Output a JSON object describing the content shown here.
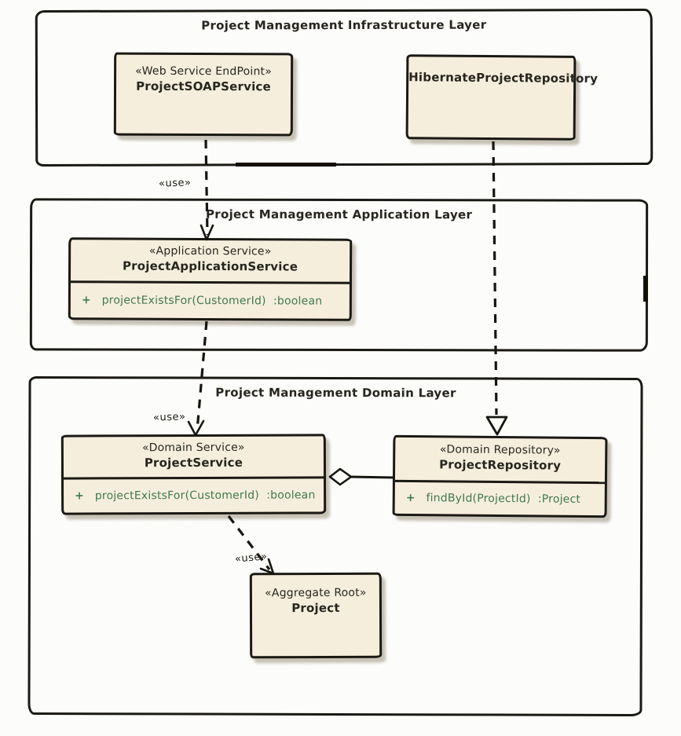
{
  "layers": [
    {
      "title": "Project Management Infrastructure Layer"
    },
    {
      "title": "Project Management Application Layer"
    },
    {
      "title": "Project Management Domain Layer"
    }
  ],
  "classes": {
    "soap": {
      "stereotype": "«Web Service EndPoint»",
      "name": "ProjectSOAPService"
    },
    "hibernate": {
      "name": "HibernateProjectRepository"
    },
    "app_service": {
      "stereotype": "«Application Service»",
      "name": "ProjectApplicationService",
      "method_visibility": "+",
      "method_signature": "projectExistsFor(CustomerId)  :boolean"
    },
    "domain_service": {
      "stereotype": "«Domain Service»",
      "name": "ProjectService",
      "method_visibility": "+",
      "method_signature": "projectExistsFor(CustomerId)  :boolean"
    },
    "repository": {
      "stereotype": "«Domain Repository»",
      "name": "ProjectRepository",
      "method_visibility": "+",
      "method_signature": "findById(ProjectId)  :Project"
    },
    "aggregate": {
      "stereotype": "«Aggregate Root»",
      "name": "Project"
    }
  },
  "edges": [
    {
      "from": "ProjectSOAPService",
      "to": "ProjectApplicationService",
      "type": "dependency",
      "label": "«use»"
    },
    {
      "from": "ProjectApplicationService",
      "to": "ProjectService",
      "type": "dependency",
      "label": "«use»"
    },
    {
      "from": "ProjectService",
      "to": "Project",
      "type": "dependency",
      "label": "«use»"
    },
    {
      "from": "HibernateProjectRepository",
      "to": "ProjectRepository",
      "type": "realization",
      "label": ""
    },
    {
      "from": "ProjectService",
      "to": "ProjectRepository",
      "type": "aggregation",
      "label": ""
    }
  ],
  "colors": {
    "class_fill": "#f6eedd",
    "stroke": "#1b1914",
    "method_text": "#3e7a4a",
    "title_text": "#27251e",
    "background": "#fcfcfa"
  }
}
